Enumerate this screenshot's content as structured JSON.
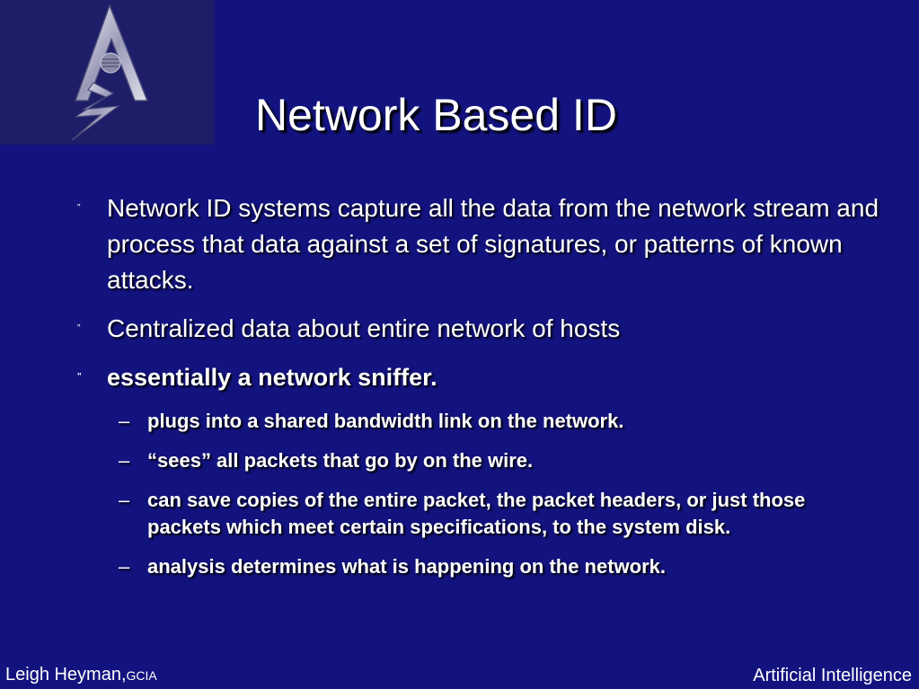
{
  "slide": {
    "title": "Network Based ID",
    "bullets": [
      {
        "marker": "\"",
        "text": "Network ID systems capture all the data from the network stream and process that data against a set of signatures, or patterns of known attacks."
      },
      {
        "marker": "\"",
        "text": "Centralized data about entire network of hosts"
      },
      {
        "marker": "\"",
        "text": "essentially a network sniffer."
      }
    ],
    "sub_bullets": [
      {
        "dash": "–",
        "text": "plugs into a shared bandwidth link on the network."
      },
      {
        "dash": "–",
        "text": "“sees” all packets that go by on the wire."
      },
      {
        "dash": "–",
        "text": "can save copies of the entire packet, the packet headers, or just those packets which meet certain specifications, to the system disk."
      },
      {
        "dash": "–",
        "text": "analysis determines what is happening on the network."
      }
    ]
  },
  "footer": {
    "left_name": "Leigh Heyman,",
    "left_org": "GCIA",
    "right": "Artificial Intelligence"
  },
  "logo": {
    "icon": "lightning-arrow-logo-icon"
  },
  "colors": {
    "background": "#13137f",
    "logo_background": "#1d1d68",
    "text": "#ffffff"
  }
}
